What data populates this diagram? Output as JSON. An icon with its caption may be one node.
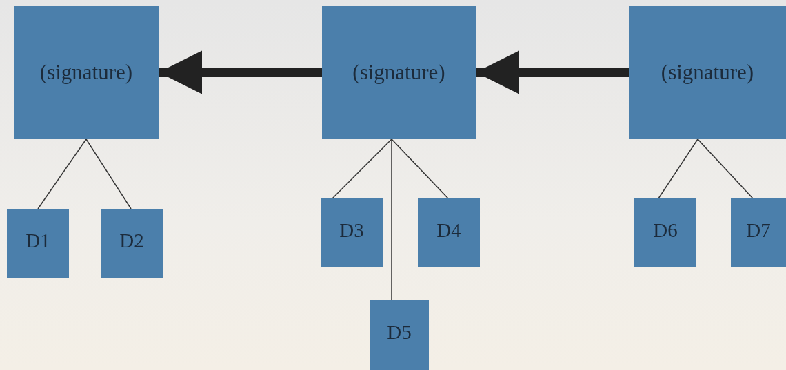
{
  "diagram": {
    "nodes": [
      {
        "text": [
          "(signature)"
        ]
      },
      {
        "text": [
          "(signature)"
        ]
      },
      {
        "text": [
          "(signature)"
        ]
      },
      {
        "text": [
          "D1"
        ]
      },
      {
        "text": [
          "D2"
        ]
      },
      {
        "text": [
          "D3"
        ]
      },
      {
        "text": [
          "D4"
        ]
      },
      {
        "text": [
          "D5"
        ]
      },
      {
        "text": [
          "D6"
        ]
      },
      {
        "text": [
          "D7"
        ]
      }
    ],
    "edges": [
      {
        "from": 1,
        "to": 0,
        "arrow": "to",
        "style": "thick"
      },
      {
        "from": 2,
        "to": 1,
        "arrow": "to",
        "style": "thick"
      },
      {
        "from": 0,
        "to": 3,
        "arrow": "none"
      },
      {
        "from": 0,
        "to": 4,
        "arrow": "none"
      },
      {
        "from": 1,
        "to": 5,
        "arrow": "none"
      },
      {
        "from": 1,
        "to": 6,
        "arrow": "none"
      },
      {
        "from": 1,
        "to": 7,
        "arrow": "none"
      },
      {
        "from": 2,
        "to": 8,
        "arrow": "none"
      },
      {
        "from": 2,
        "to": 9,
        "arrow": "none"
      }
    ]
  }
}
